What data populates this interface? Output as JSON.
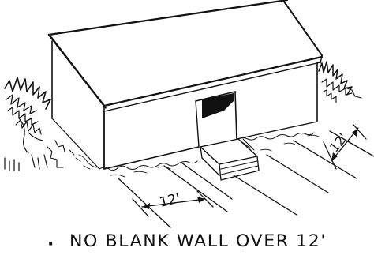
{
  "caption": {
    "bullet": "·",
    "text": "NO BLANK WALL OVER 12'"
  },
  "dimension_labels": [
    {
      "text": "12'"
    },
    {
      "text": "12'"
    }
  ],
  "colors": {
    "ink": "#111111",
    "paper": "#ffffff"
  }
}
